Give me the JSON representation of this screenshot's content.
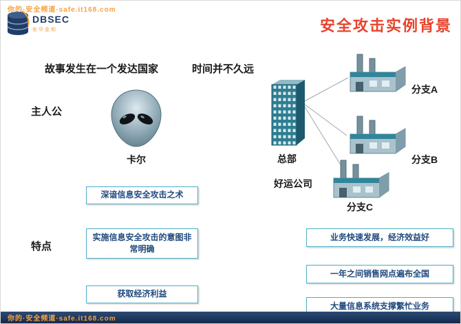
{
  "colors": {
    "accent_orange": "#F8A13F",
    "title_red": "#E8432D",
    "box_border": "#4BACC6",
    "box_text": "#1F497D",
    "building_teal": "#2E7D91",
    "footer_navy": "#1C3B60"
  },
  "header": {
    "watermark": "你的·安全频道·safe.it168.com",
    "logo": {
      "text": "DBSEC",
      "subtext": "安华金和"
    },
    "title": "安全攻击实例背景"
  },
  "story": {
    "line_left": "故事发生在一个发达国家",
    "line_right": "时间并不久远"
  },
  "protagonist": {
    "label": "主人公",
    "name": "卡尔",
    "traits_label": "特点",
    "traits": [
      "深谙信息安全攻击之术",
      "实施信息安全攻击的意图非常明确",
      "获取经济利益"
    ]
  },
  "company": {
    "hq_label": "总部",
    "name": "好运公司",
    "branches": [
      "分支A",
      "分支B",
      "分支C"
    ],
    "facts": [
      "业务快速发展，经济效益好",
      "一年之间销售网点遍布全国",
      "大量信息系统支撑繁忙业务"
    ]
  },
  "footer": {
    "watermark": "你的·安全频道·safe.it168.com"
  }
}
